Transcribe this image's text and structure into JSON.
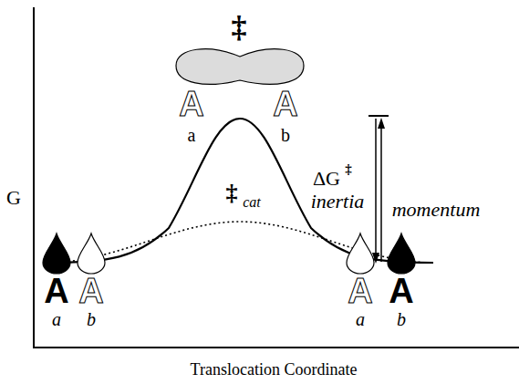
{
  "diagram": {
    "labels": [
      "‡",
      "A",
      "A",
      "a",
      "b",
      "‡",
      "cat",
      "ΔG",
      "‡",
      "inertia",
      "momentum",
      "G",
      "A",
      "A",
      "a",
      "b",
      "A",
      "A",
      "a",
      "b",
      "Translocation Coordinate"
    ]
  }
}
